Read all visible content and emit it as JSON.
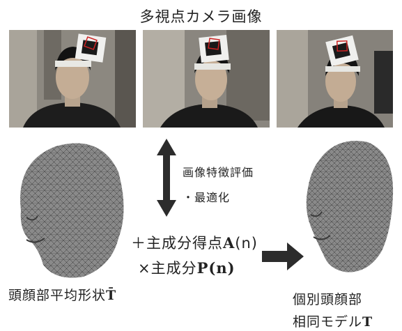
{
  "header": {
    "title": "多視点カメラ画像"
  },
  "process": {
    "line1": "画像特徴評価",
    "line2": "・最適化"
  },
  "formula": {
    "line1_text": "＋主成分得点",
    "line1_symbol": "A",
    "line1_arg": "(n)",
    "line2_text": "×主成分",
    "line2_symbol": "P",
    "line2_arg": "(n)"
  },
  "captions": {
    "left_text": "頭顔部平均形状",
    "left_symbol": "T̄",
    "right_line1": "個別頭顔部",
    "right_line2_text": "相同モデル",
    "right_line2_symbol": "T"
  },
  "colors": {
    "arrow": "#2c2c2c",
    "mesh_fill": "#8a8a8a",
    "mesh_line": "#3a3a3a"
  }
}
